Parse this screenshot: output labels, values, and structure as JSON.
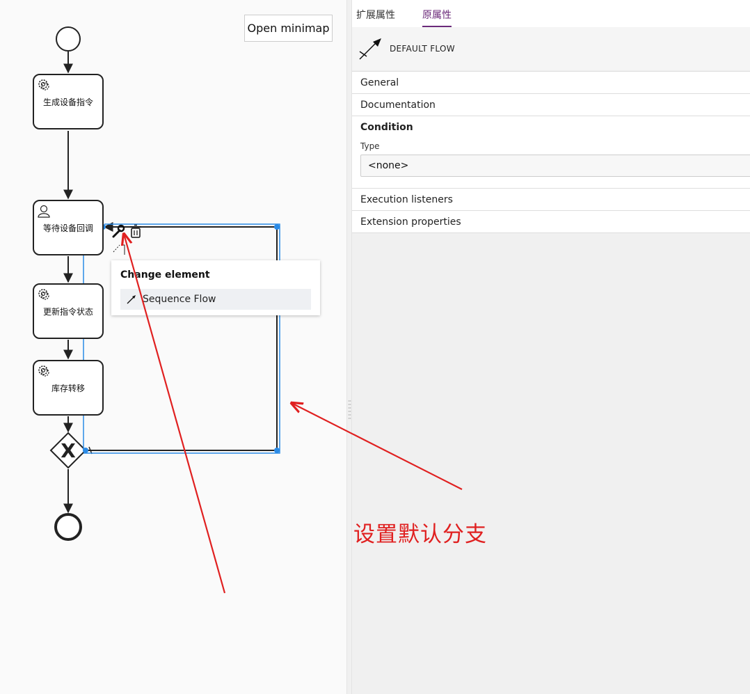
{
  "canvas": {
    "minimap_button": "Open minimap",
    "tasks": [
      {
        "label": "生成设备指令",
        "icon": "gear-icon"
      },
      {
        "label": "等待设备回调",
        "icon": "user-icon"
      },
      {
        "label": "更新指令状态",
        "icon": "gear-icon"
      },
      {
        "label": "库存转移",
        "icon": "gear-icon"
      }
    ],
    "popup": {
      "title": "Change element",
      "entry": "Sequence Flow"
    }
  },
  "panel": {
    "tabs": [
      {
        "label": "扩展属性",
        "active": false
      },
      {
        "label": "原属性",
        "active": true
      }
    ],
    "header_title": "DEFAULT FLOW",
    "groups": {
      "general": "General",
      "documentation": "Documentation",
      "condition": "Condition",
      "execution_listeners": "Execution listeners",
      "extension_properties": "Extension properties"
    },
    "condition": {
      "type_label": "Type",
      "type_value": "<none>"
    }
  },
  "annotation": {
    "text": "设置默认分支"
  },
  "colors": {
    "accent": "#6b2a7a",
    "selection": "#2b8be6",
    "annotation": "#e02020"
  }
}
